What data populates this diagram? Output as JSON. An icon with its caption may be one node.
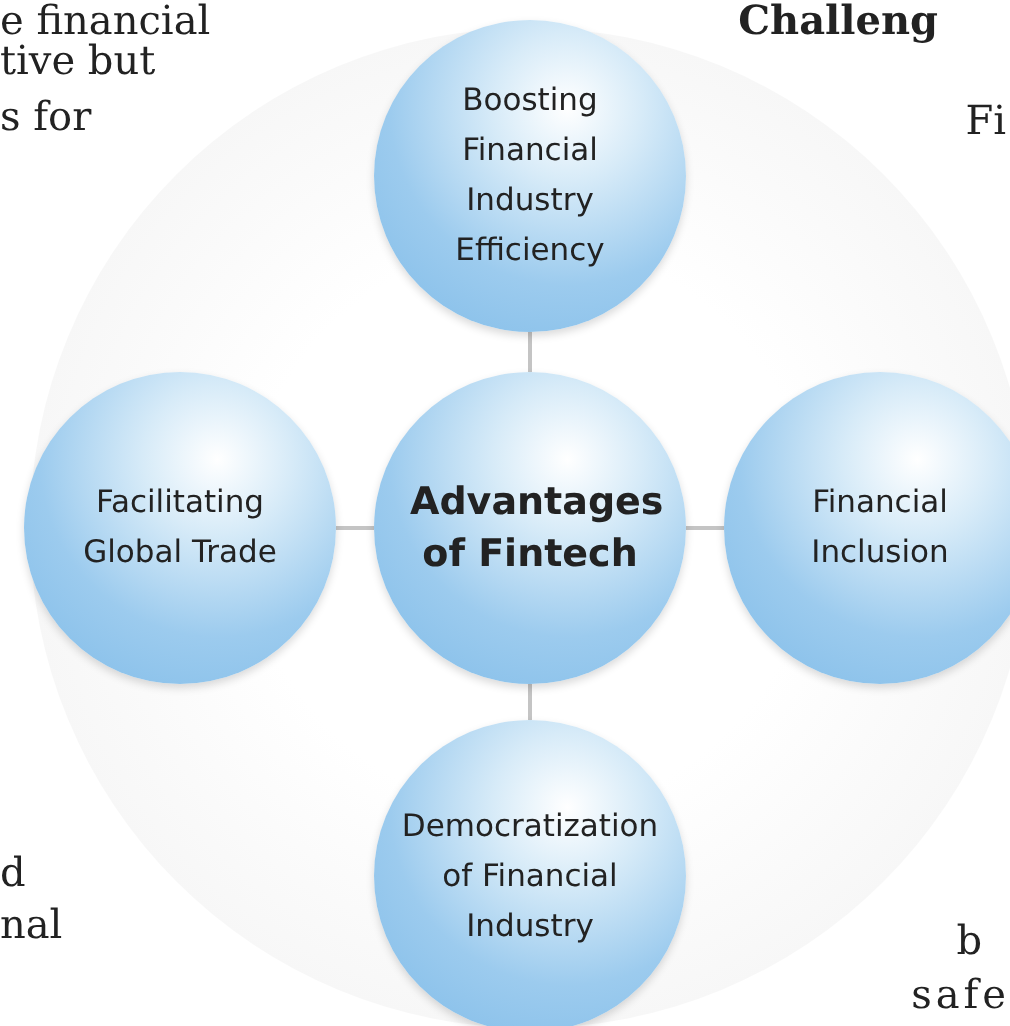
{
  "diagram": {
    "nodes": [
      {
        "text": [
          "Boosting Financial Industry Efficiency"
        ]
      },
      {
        "text": [
          "Facilitating Global Trade"
        ]
      },
      {
        "text": [
          "Advantages of Fintech"
        ]
      },
      {
        "text": [
          "Financial Inclusion"
        ]
      },
      {
        "text": [
          "Democratization of Financial Industry"
        ]
      }
    ],
    "edges": [
      {
        "from": 2,
        "to": 0,
        "arrow": "none"
      },
      {
        "from": 2,
        "to": 1,
        "arrow": "none"
      },
      {
        "from": 2,
        "to": 3,
        "arrow": "none"
      },
      {
        "from": 2,
        "to": 4,
        "arrow": "none"
      }
    ],
    "labels": [
      "e financial",
      "Challeng",
      "tive but",
      "s for",
      "Fi",
      "d",
      "nal",
      "b",
      "safe"
    ]
  }
}
